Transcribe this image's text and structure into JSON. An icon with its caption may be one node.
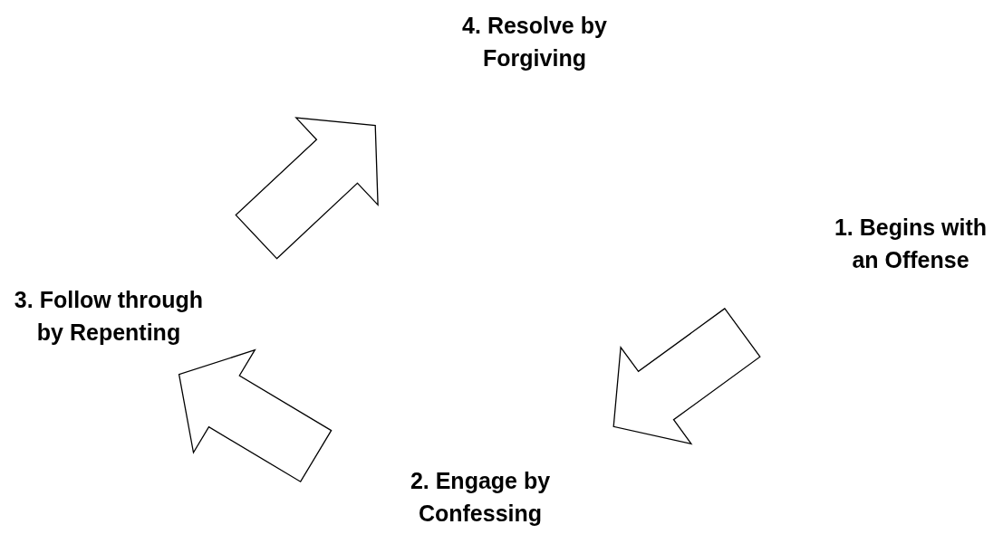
{
  "diagram": {
    "nodes": [
      {
        "text": [
          "4. Resolve by Forgiving"
        ]
      },
      {
        "text": [
          "1. Begins with an Offense"
        ]
      },
      {
        "text": [
          "3. Follow through by Repenting"
        ]
      },
      {
        "text": [
          "2. Engage by Confessing"
        ]
      }
    ],
    "edges": [
      {
        "from": 1,
        "to": 3,
        "arrow": "to"
      },
      {
        "from": 3,
        "to": 2,
        "arrow": "to"
      },
      {
        "from": 2,
        "to": 0,
        "arrow": "to"
      }
    ]
  }
}
